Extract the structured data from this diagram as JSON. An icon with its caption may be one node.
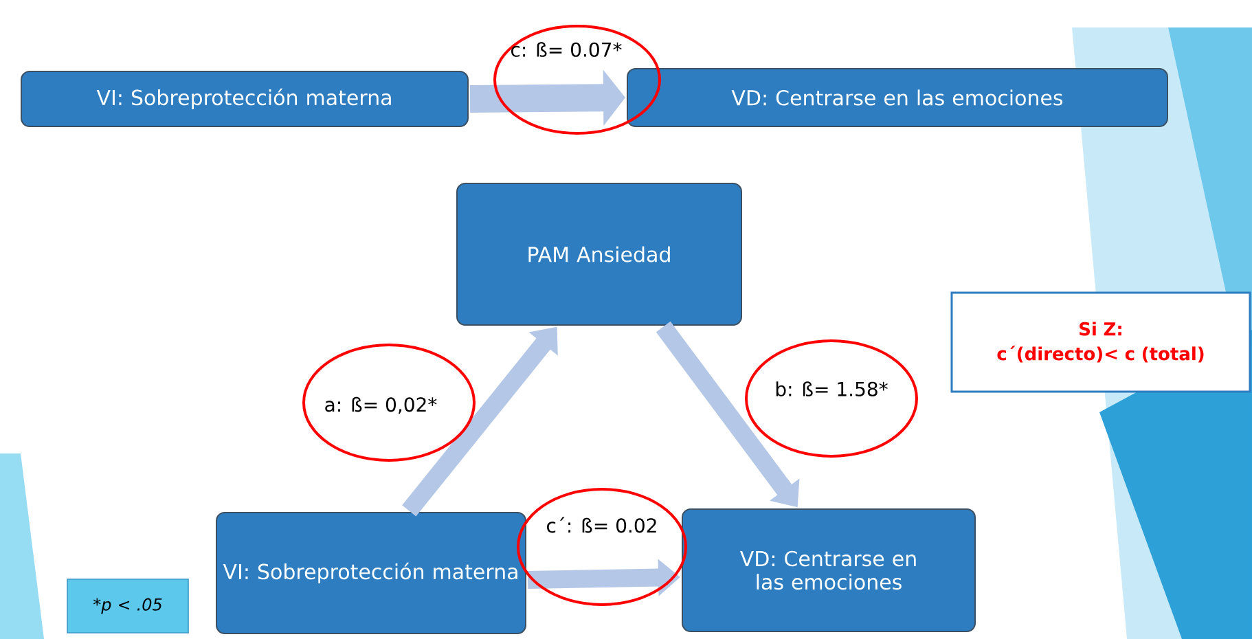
{
  "diagram": {
    "nodes": [
      {
        "text": [
          "VI: Sobreprotección materna"
        ]
      },
      {
        "text": [
          "VD: Centrarse en las emociones"
        ]
      },
      {
        "text": [
          "PAM Ansiedad"
        ]
      },
      {
        "text": [
          "VI: Sobreprotección materna"
        ]
      },
      {
        "text": [
          "VD: Centrarse en las emociones"
        ]
      },
      {
        "text": [
          "Si Z:",
          "c´(directo)< c (total)"
        ]
      },
      {
        "text": [
          "*p < .05"
        ]
      }
    ],
    "edges": [
      {
        "from": 0,
        "to": 1,
        "arrow": "to",
        "label": "c: ß= 0.07*"
      },
      {
        "from": 3,
        "to": 2,
        "arrow": "to",
        "label": "a: ß= 0,02*"
      },
      {
        "from": 2,
        "to": 4,
        "arrow": "to",
        "label": "b: ß= 1.58*"
      },
      {
        "from": 3,
        "to": 4,
        "arrow": "to",
        "label": "c´: ß= 0.02"
      }
    ]
  }
}
